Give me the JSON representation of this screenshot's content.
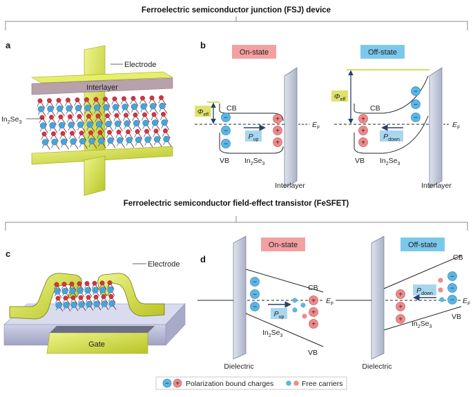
{
  "titles": {
    "fsj": "Ferroelectric semiconductor junction (FSJ) device",
    "fesfet": "Ferroelectric semiconductor field-effect transistor (FeSFET)"
  },
  "panels": {
    "a": "a",
    "b": "b",
    "c": "c",
    "d": "d"
  },
  "panel_a": {
    "electrode": "Electrode",
    "interlayer": "Interlayer",
    "material": "In",
    "material_sub": "2",
    "material_rest": "Se",
    "material_sub2": "3"
  },
  "panel_c": {
    "electrode": "Electrode",
    "gate": "Gate"
  },
  "states": {
    "on": "On-state",
    "off": "Off-state"
  },
  "bands": {
    "cb": "CB",
    "vb": "VB",
    "ef": "E",
    "ef_sub": "F",
    "phi": "Φ",
    "phi_sub": "eff",
    "p": "P",
    "p_up_sub": "up",
    "p_down_sub": "down"
  },
  "material": {
    "in": "In",
    "sub2": "2",
    "se": "Se",
    "sub3": "3"
  },
  "labels": {
    "interlayer": "Interlayer",
    "dielectric": "Dielectric"
  },
  "signs": {
    "minus": "−",
    "plus": "+"
  },
  "legend": {
    "bound": "Polarization bound charges",
    "free": "Free carriers"
  },
  "colors": {
    "electrode": "#d8e24a",
    "electrode_dark": "#8a9410",
    "interlayer": "#b9a3ad",
    "atom_blue": "#4aa3d6",
    "atom_red": "#d8333e",
    "neg_charge": "#5cb6e4",
    "pos_charge": "#ef8a8c",
    "on_badge": "#f3a0a2",
    "off_badge": "#7cc8ec",
    "phi_badge": "#dfe36e",
    "p_badge": "#a9d6ef",
    "wall": "#c3cada"
  }
}
